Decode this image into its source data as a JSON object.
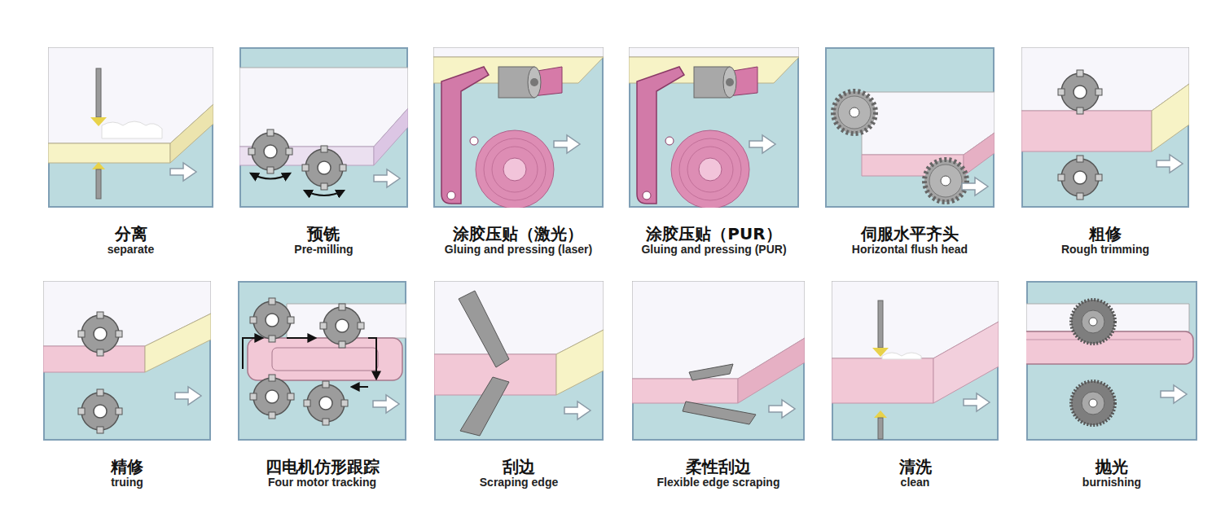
{
  "diagram": {
    "nodes": [
      {
        "text": [
          "分离",
          "separate"
        ]
      },
      {
        "text": [
          "预铣",
          "Pre-milling"
        ]
      },
      {
        "text": [
          "涂胶压贴（激光）",
          "Gluing and pressing (laser)"
        ]
      },
      {
        "text": [
          "涂胶压贴（PUR）",
          "Gluing and pressing (PUR)"
        ]
      },
      {
        "text": [
          "伺服水平齐头",
          "Horizontal flush head"
        ]
      },
      {
        "text": [
          "粗修",
          "Rough trimming"
        ]
      },
      {
        "text": [
          "精修",
          "truing"
        ]
      },
      {
        "text": [
          "四电机仿形跟踪",
          "Four motor tracking"
        ]
      },
      {
        "text": [
          "刮边",
          "Scraping edge"
        ]
      },
      {
        "text": [
          "柔性刮边",
          "Flexible edge scraping"
        ]
      },
      {
        "text": [
          "清洗",
          "clean"
        ]
      },
      {
        "text": [
          "抛光",
          "burnishing"
        ]
      }
    ]
  }
}
